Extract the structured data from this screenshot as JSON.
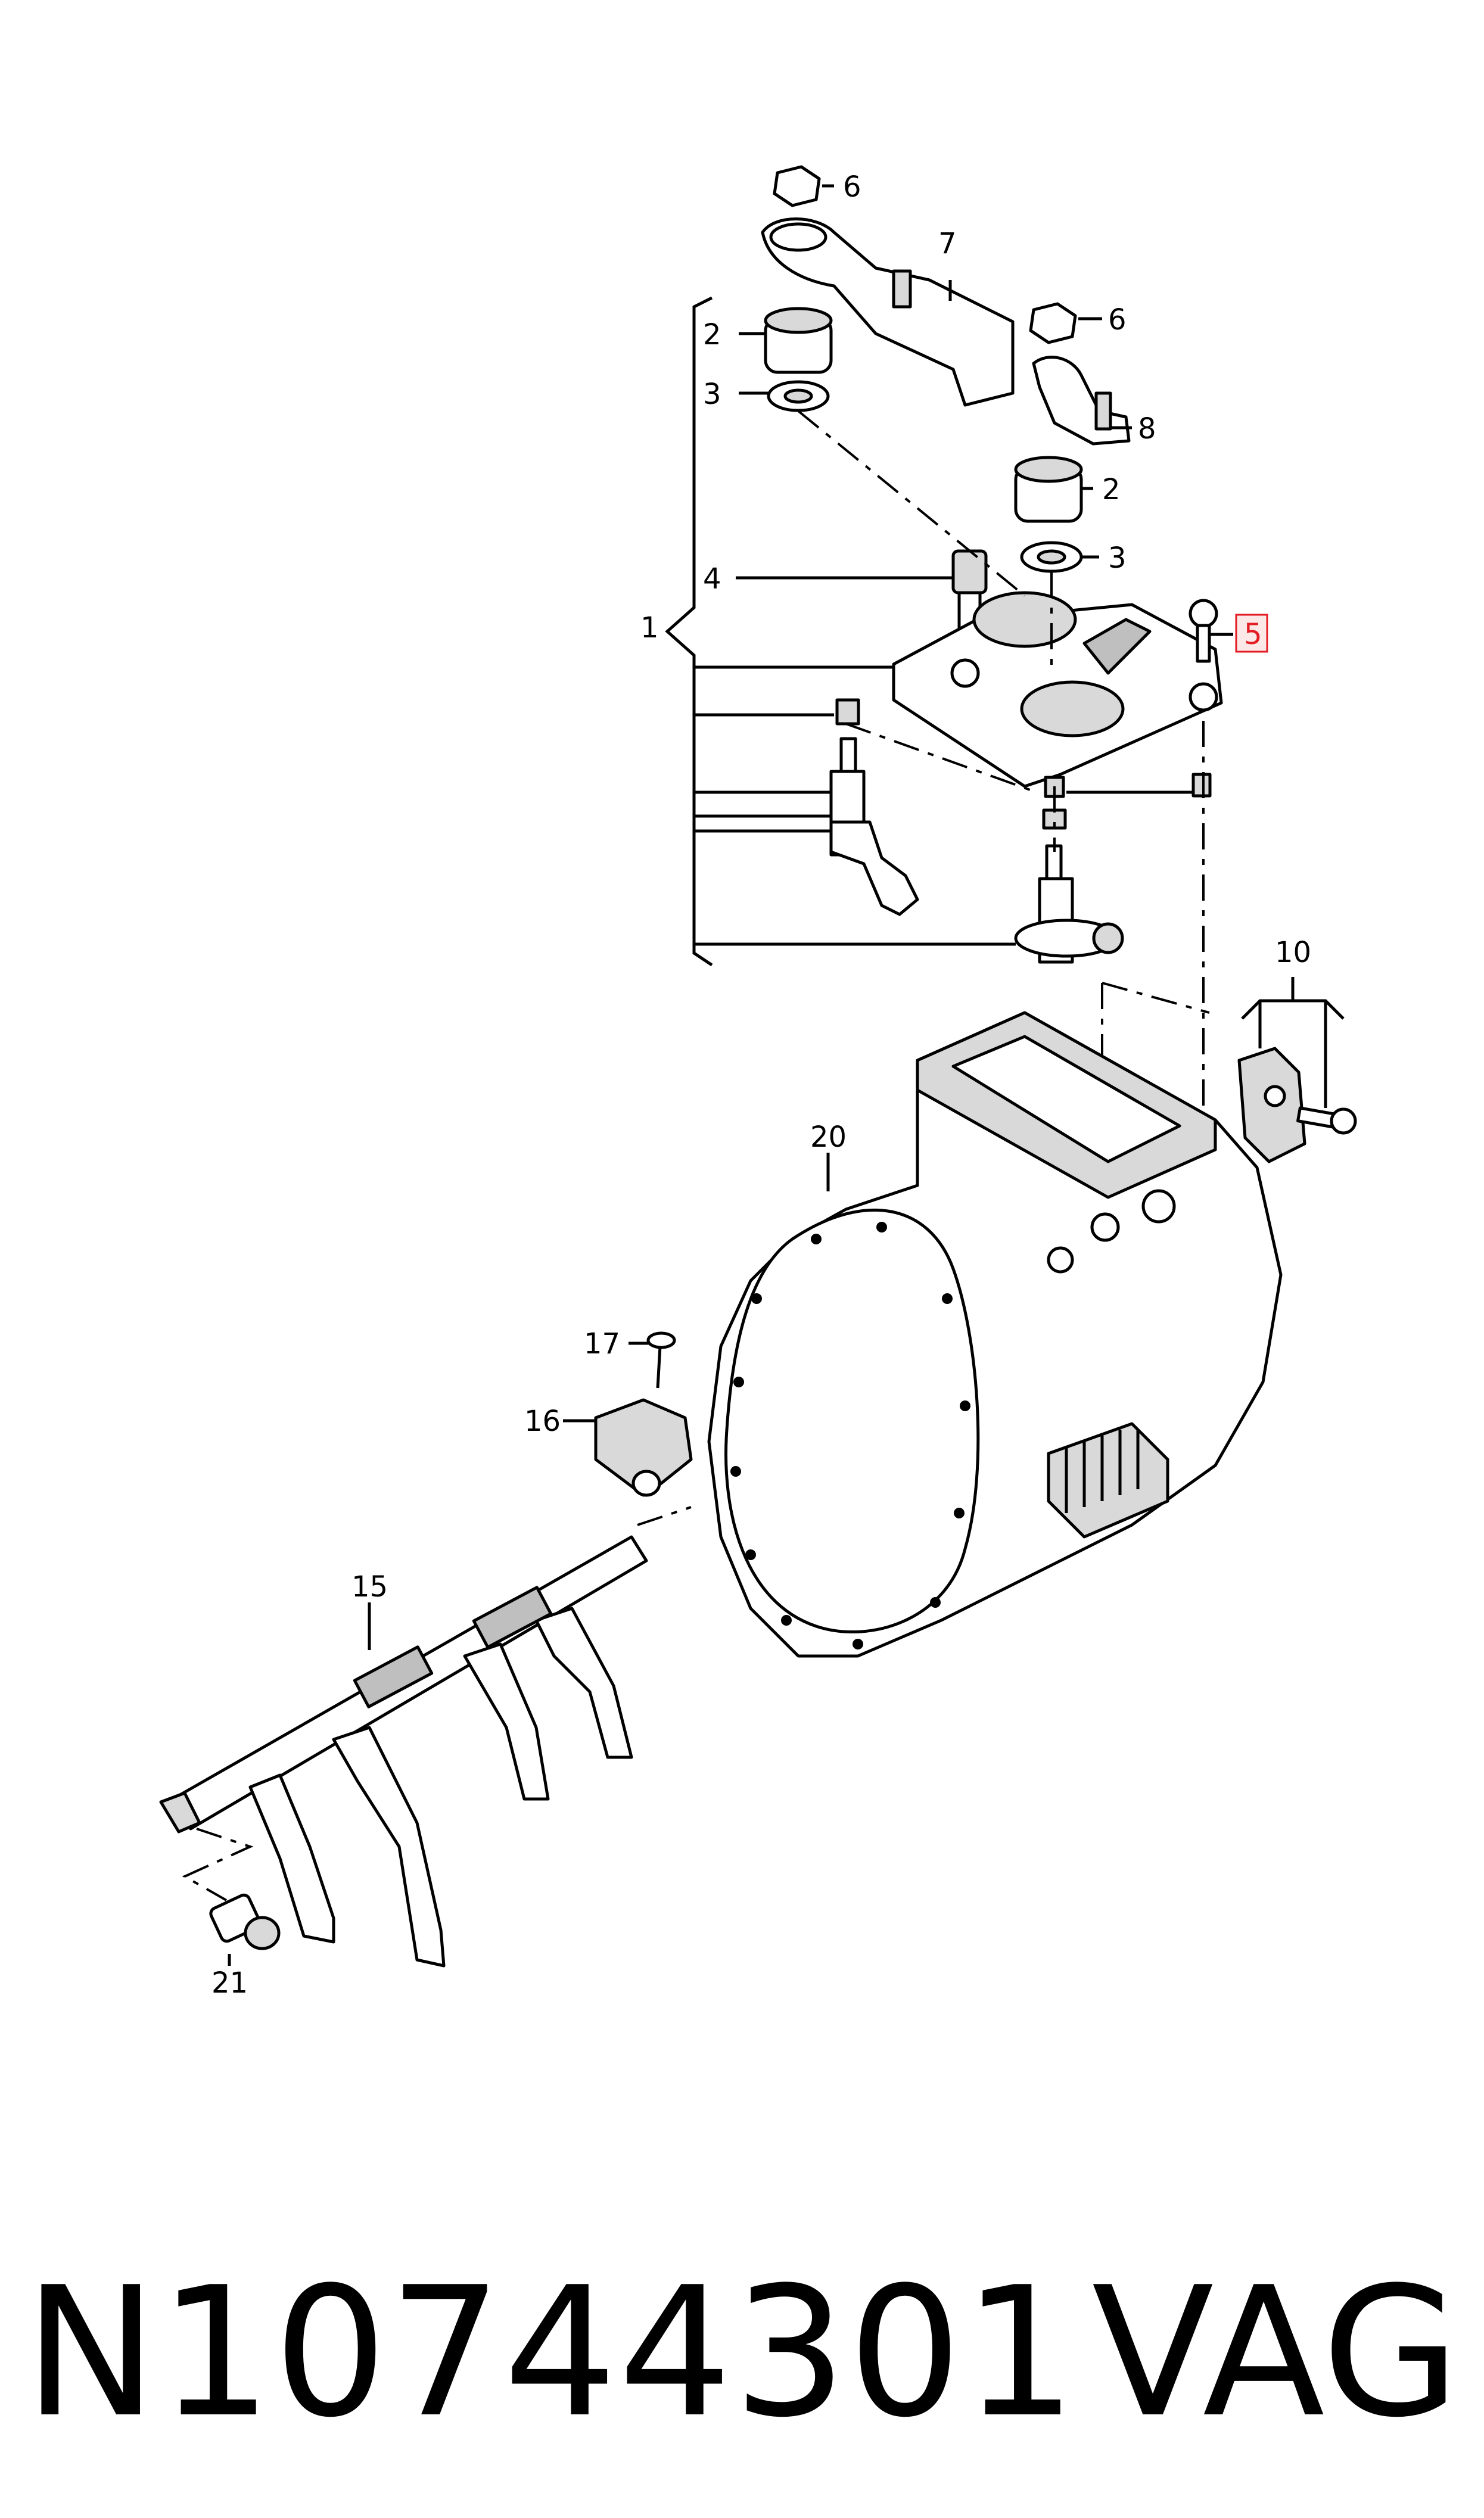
{
  "callouts": {
    "c1": "1",
    "c2a": "2",
    "c2b": "2",
    "c3a": "3",
    "c3b": "3",
    "c4": "4",
    "c5": "5",
    "c6a": "6",
    "c6b": "6",
    "c7": "7",
    "c8": "8",
    "c10": "10",
    "c15": "15",
    "c16": "16",
    "c17": "17",
    "c20": "20",
    "c21": "21"
  },
  "highlight_color": "#e31b23",
  "footer": {
    "part_number": "N10744301",
    "brand": "VAG"
  }
}
